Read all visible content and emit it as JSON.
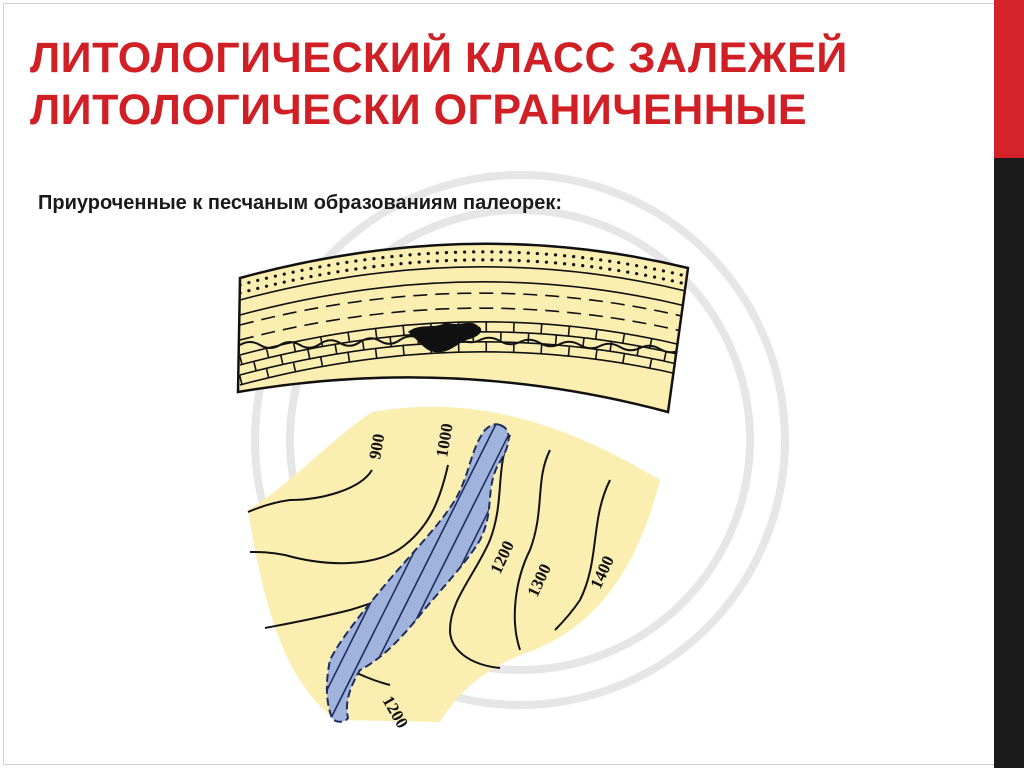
{
  "slide": {
    "title_line1": "ЛИТОЛОГИЧЕСКИЙ КЛАСС ЗАЛЕЖЕЙ",
    "title_line2": "ЛИТОЛОГИЧЕСКИ ОГРАНИЧЕННЫЕ",
    "subtitle": "Приуроченные к песчаным образованиям палеорек:"
  },
  "map": {
    "contour_labels": [
      "900",
      "1000",
      "1200",
      "1300",
      "1400",
      "1200"
    ]
  },
  "colors": {
    "title": "#d11f26",
    "accent_red": "#d6232b",
    "accent_dark": "#1a1a1a",
    "sand_fill": "#fbeeb1",
    "channel_fill": "#9fb3dd",
    "channel_stroke": "#1f2d5c",
    "oil": "#111111"
  }
}
